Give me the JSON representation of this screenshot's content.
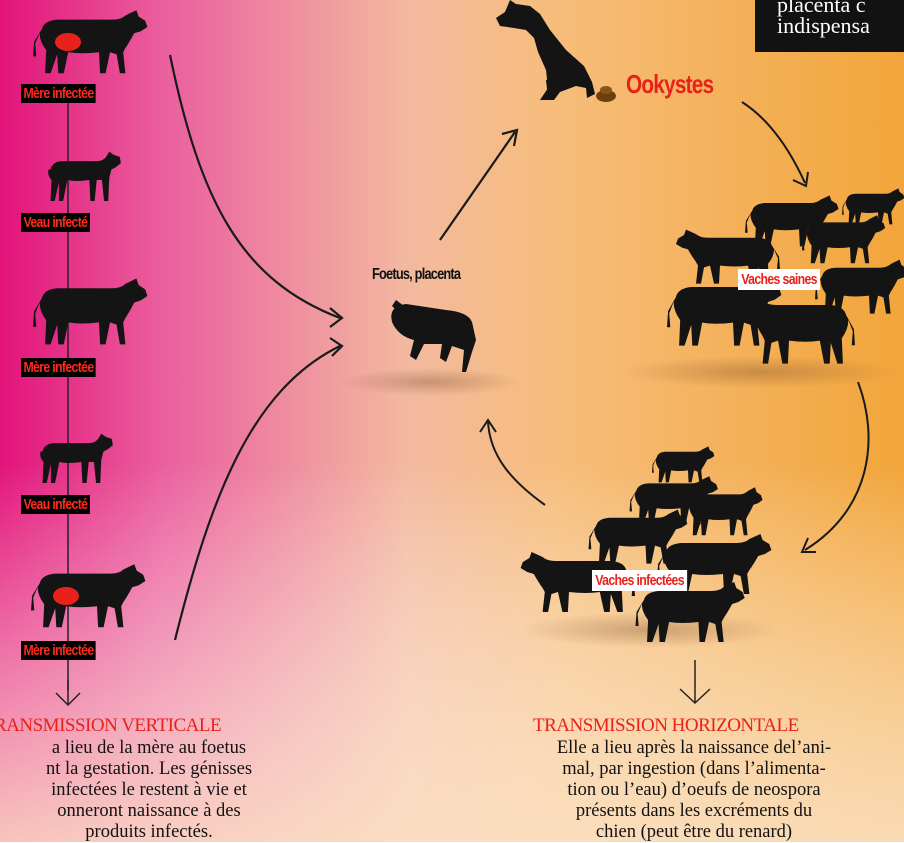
{
  "corner_box": {
    "line1": "placenta c",
    "line2": "indispensa"
  },
  "vertical": {
    "labels": [
      "Mère infectée",
      "Veau infecté",
      "Mère infectée",
      "Veau infecté",
      "Mère infectée"
    ],
    "title": "RANSMISSION VERTICALE",
    "body": [
      "a lieu de la mère au foetus",
      "nt la gestation. Les génisses",
      "infectées le restent à vie et",
      "onneront naissance à des",
      "produits infectés."
    ]
  },
  "center": {
    "foetus_label": "Foetus, placenta"
  },
  "right": {
    "ookystes_label": "Ookystes",
    "healthy_label": "Vaches saines",
    "infected_label": "Vaches infectées"
  },
  "horizontal": {
    "title": "TRANSMISSION HORIZONTALE",
    "body": [
      "Elle a lieu après la naissance del’ani-",
      "mal, par ingestion (dans l’alimenta-",
      "tion ou l’eau) d’oeufs de neospora",
      "présents dans les excréments du",
      "chien (peut être du renard)"
    ]
  },
  "colors": {
    "accent_red": "#e8211a",
    "pink": "#e3137a",
    "orange": "#f2a53a"
  },
  "icons": [
    "cow-icon",
    "calf-icon",
    "dog-icon",
    "dung-icon",
    "foetus-icon",
    "arrow-icon"
  ]
}
